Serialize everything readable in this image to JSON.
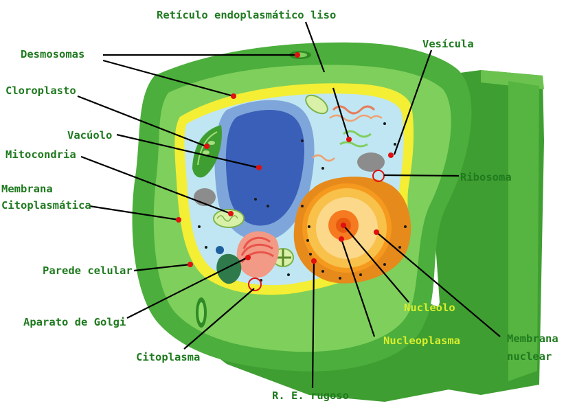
{
  "colors": {
    "label_text": "#1f7a1f",
    "label_text_inner": "#d8ef2e",
    "cell_wall": "#4cae3c",
    "cell_wall_light": "#7fcf5c",
    "membrane": "#f4ee34",
    "cytoplasm": "#bfe6f2",
    "vacuole": "#3a5fb8",
    "nucleus": "#f59a1e",
    "marker": "#e01010"
  },
  "labels": {
    "reticulo_liso": "Retículo endoplasmático liso",
    "vesicula": "Vesícula",
    "desmosomas": "Desmosomas",
    "cloroplasto": "Cloroplasto",
    "vacuolo": "Vacúolo",
    "mitocondria": "Mitocondria",
    "ribosoma": "Ribosoma",
    "membrana_cito_1": "Membrana",
    "membrana_cito_2": "Citoplasmática",
    "parede_celular": "Parede celular",
    "aparato_golgi": "Aparato de Golgi",
    "citoplasma": "Citoplasma",
    "re_rugoso": "R. E. rugoso",
    "nucleolo": "Nucleolo",
    "nucleoplasma": "Nucleoplasma",
    "membrana_nuclear_1": "Membrana",
    "membrana_nuclear_2": "nuclear"
  }
}
